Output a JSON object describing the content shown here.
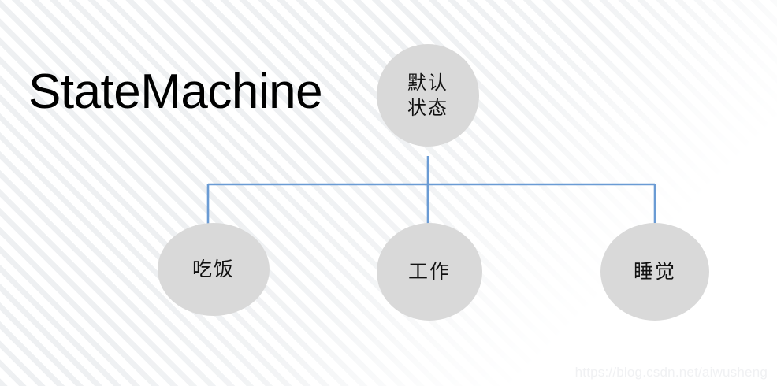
{
  "slide": {
    "title": "StateMachine",
    "title_misspelled": true,
    "background_color": "#ffffff",
    "stripe_color": "#eef0f2"
  },
  "diagram": {
    "type": "hierarchy",
    "node_fill": "#d9d9d9",
    "connector_color": "#6a9bd4",
    "root": {
      "id": "root",
      "label": "默认\n状态",
      "line1": "默认",
      "line2": "状态"
    },
    "children": [
      {
        "id": "eat",
        "label": "吃饭"
      },
      {
        "id": "work",
        "label": "工作"
      },
      {
        "id": "sleep",
        "label": "睡觉"
      }
    ]
  },
  "watermark": {
    "text": "https://blog.csdn.net/aiwusheng"
  }
}
